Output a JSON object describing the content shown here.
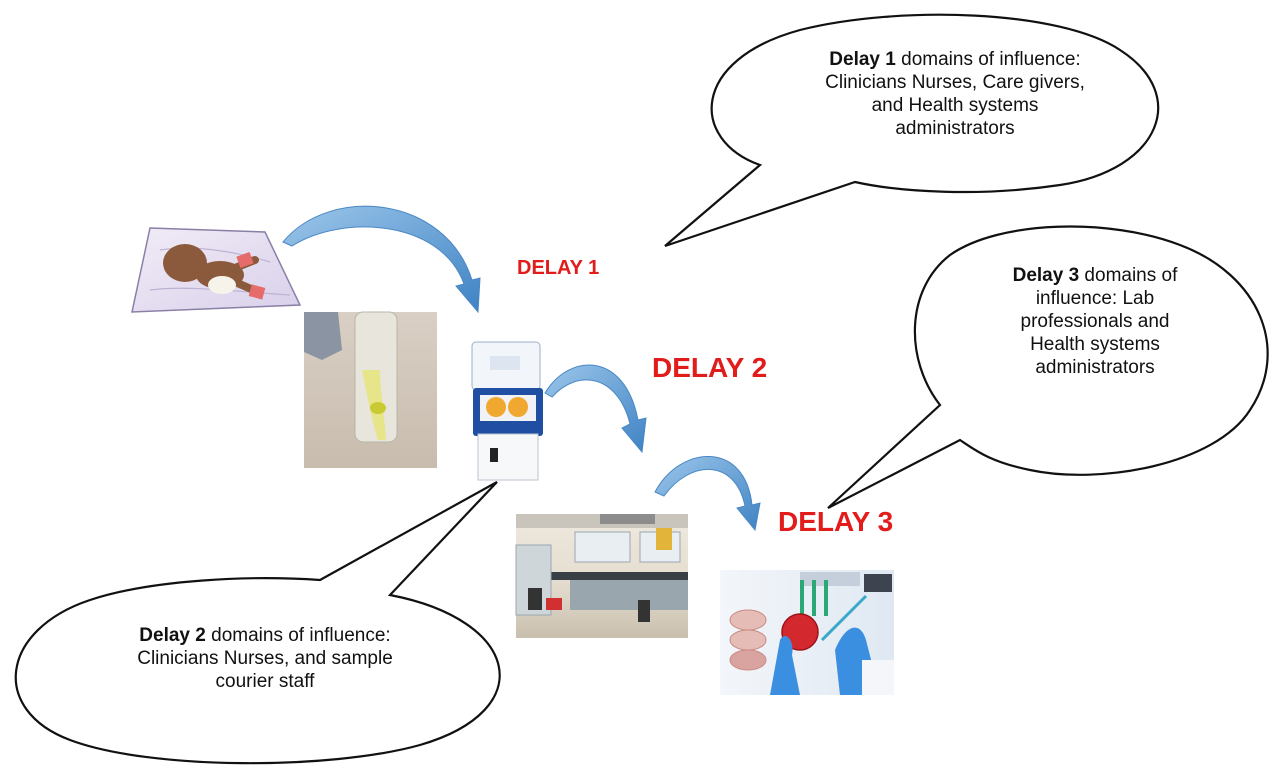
{
  "delays": [
    {
      "label": "DELAY 1"
    },
    {
      "label": "DELAY 2"
    },
    {
      "label": "DELAY 3"
    }
  ],
  "bubbles": [
    {
      "bold": "Delay 1",
      "line1_rest": " domains of influence:",
      "lines": [
        "Clinicians Nurses, Care givers,",
        "and Health systems",
        "administrators"
      ]
    },
    {
      "bold": "Delay 2",
      "line1_rest": " domains of influence:",
      "lines": [
        "Clinicians Nurses, and sample",
        "courier staff"
      ]
    },
    {
      "bold": "Delay 3",
      "line1_rest": " domains of",
      "lines": [
        "influence: Lab",
        "professionals and",
        "Health systems",
        "administrators"
      ]
    }
  ],
  "colors": {
    "delay_red": "#e21b1b",
    "arrow_blue": "#5b9bd5",
    "bubble_stroke": "#111111"
  },
  "icons": [
    "newborn-baby-illustration",
    "sample-tube-photo",
    "cooler-box-photo",
    "laboratory-room-photo",
    "lab-culture-photo"
  ]
}
